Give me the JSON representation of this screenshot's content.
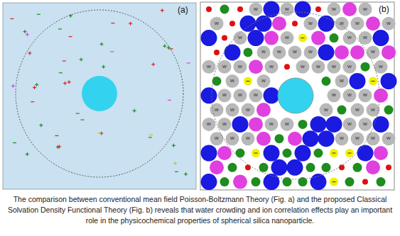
{
  "diagram": {
    "caption": "The comparison between conventional mean field Poisson-Boltzmann Theory (Fig. a) and the proposed Classical Solvation Density Functional Theory (Fig. b) reveals that water crowding and ion correlation effects play an important role in the physicochemical properties of spherical silica nanoparticle.",
    "labels": [
      "(a)",
      "(b)",
      "w",
      "w",
      "w",
      "w",
      "w",
      "w",
      "w",
      "w",
      "w",
      "w",
      "w",
      "w",
      "w",
      "w",
      "w",
      "w",
      "w",
      "w",
      "w",
      "w",
      "w",
      "w",
      "w",
      "w",
      "w",
      "w",
      "w",
      "w",
      "w",
      "w",
      "w",
      "w",
      "w",
      "w",
      "w",
      "w",
      "w",
      "w",
      "w",
      "w",
      "w",
      "w",
      "w",
      "w",
      "w",
      "w",
      "w",
      "w",
      "w",
      "w",
      "w",
      "w",
      "w",
      "w",
      "w"
    ]
  }
}
